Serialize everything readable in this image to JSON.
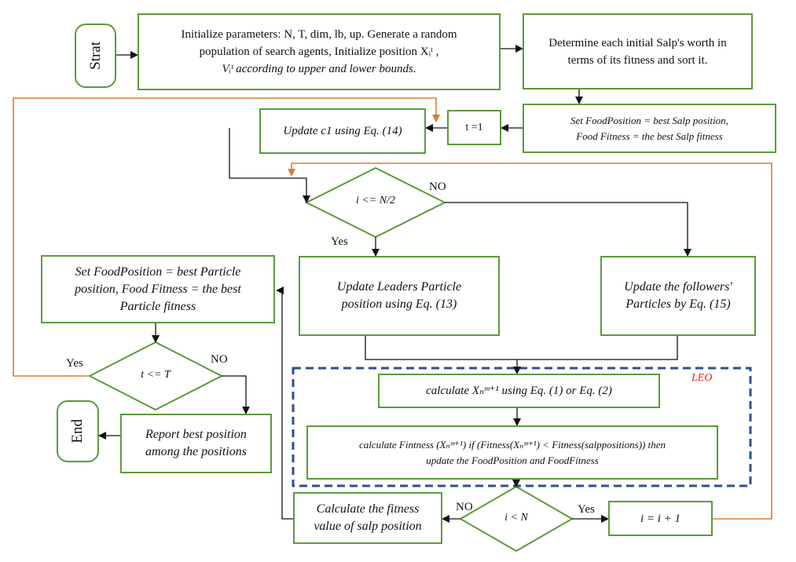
{
  "nodes": {
    "start": "Strat",
    "init_line1": "Initialize parameters: N, T, dim, lb, up. Generate a random",
    "init_line2": "population of search agents, Initialize position  Xᵢᵗ ,",
    "init_line3": "Vᵢᵗ according to upper and lower bounds.",
    "determine_line1": "Determine each initial Salp's worth in",
    "determine_line2": "terms of its fitness and sort it.",
    "set_food_salp_line1": "Set FoodPosition =  best Salp position,",
    "set_food_salp_line2": "Food Fitness =  the best Salp fitness",
    "t_init": "t =1",
    "update_c1": "Update c1 using Eq. (14)",
    "cond_i": "i <= N/2",
    "update_leaders_line1": "Update Leaders Particle",
    "update_leaders_line2": "position using Eq. (13)",
    "update_followers_line1": "Update the followers'",
    "update_followers_line2": "Particles by Eq. (15)",
    "calc_x_line": "calculate  Xₙᵐ⁺¹ using Eq. (1) or Eq. (2)",
    "calc_fitness_line1": "calculate Fintness (Xₙᵐ⁺¹) if (Fitness(Xₙᵐ⁺¹) < Fitness(salppositions))  then",
    "calc_fitness_line2": "update the FoodPosition and FoodFitness",
    "leo_label": "LEO",
    "cond_i_n": "i < N",
    "increment_i": "i = i + 1",
    "calc_fitness_salp_line1": "Calculate the fitness",
    "calc_fitness_salp_line2": "value of salp position",
    "set_food_particle_line1": "Set FoodPosition  =  best Particle",
    "set_food_particle_line2": "position, Food Fitness  =  the best",
    "set_food_particle_line3": "Particle fitness",
    "cond_t": "t <= T",
    "report_line1": "Report best position",
    "report_line2": "among the positions",
    "end": "End"
  },
  "edge_labels": {
    "no_top": "NO",
    "yes_top": "Yes",
    "yes_left": "Yes",
    "no_left": "NO",
    "no_bottom": "NO",
    "yes_bottom": "Yes"
  },
  "colors": {
    "box_border": "#5b9a3c",
    "arrow": "#111111",
    "loop_arrow": "#e07b2e",
    "leo_border": "#2e4f8f",
    "leo_text": "#dd2222"
  }
}
